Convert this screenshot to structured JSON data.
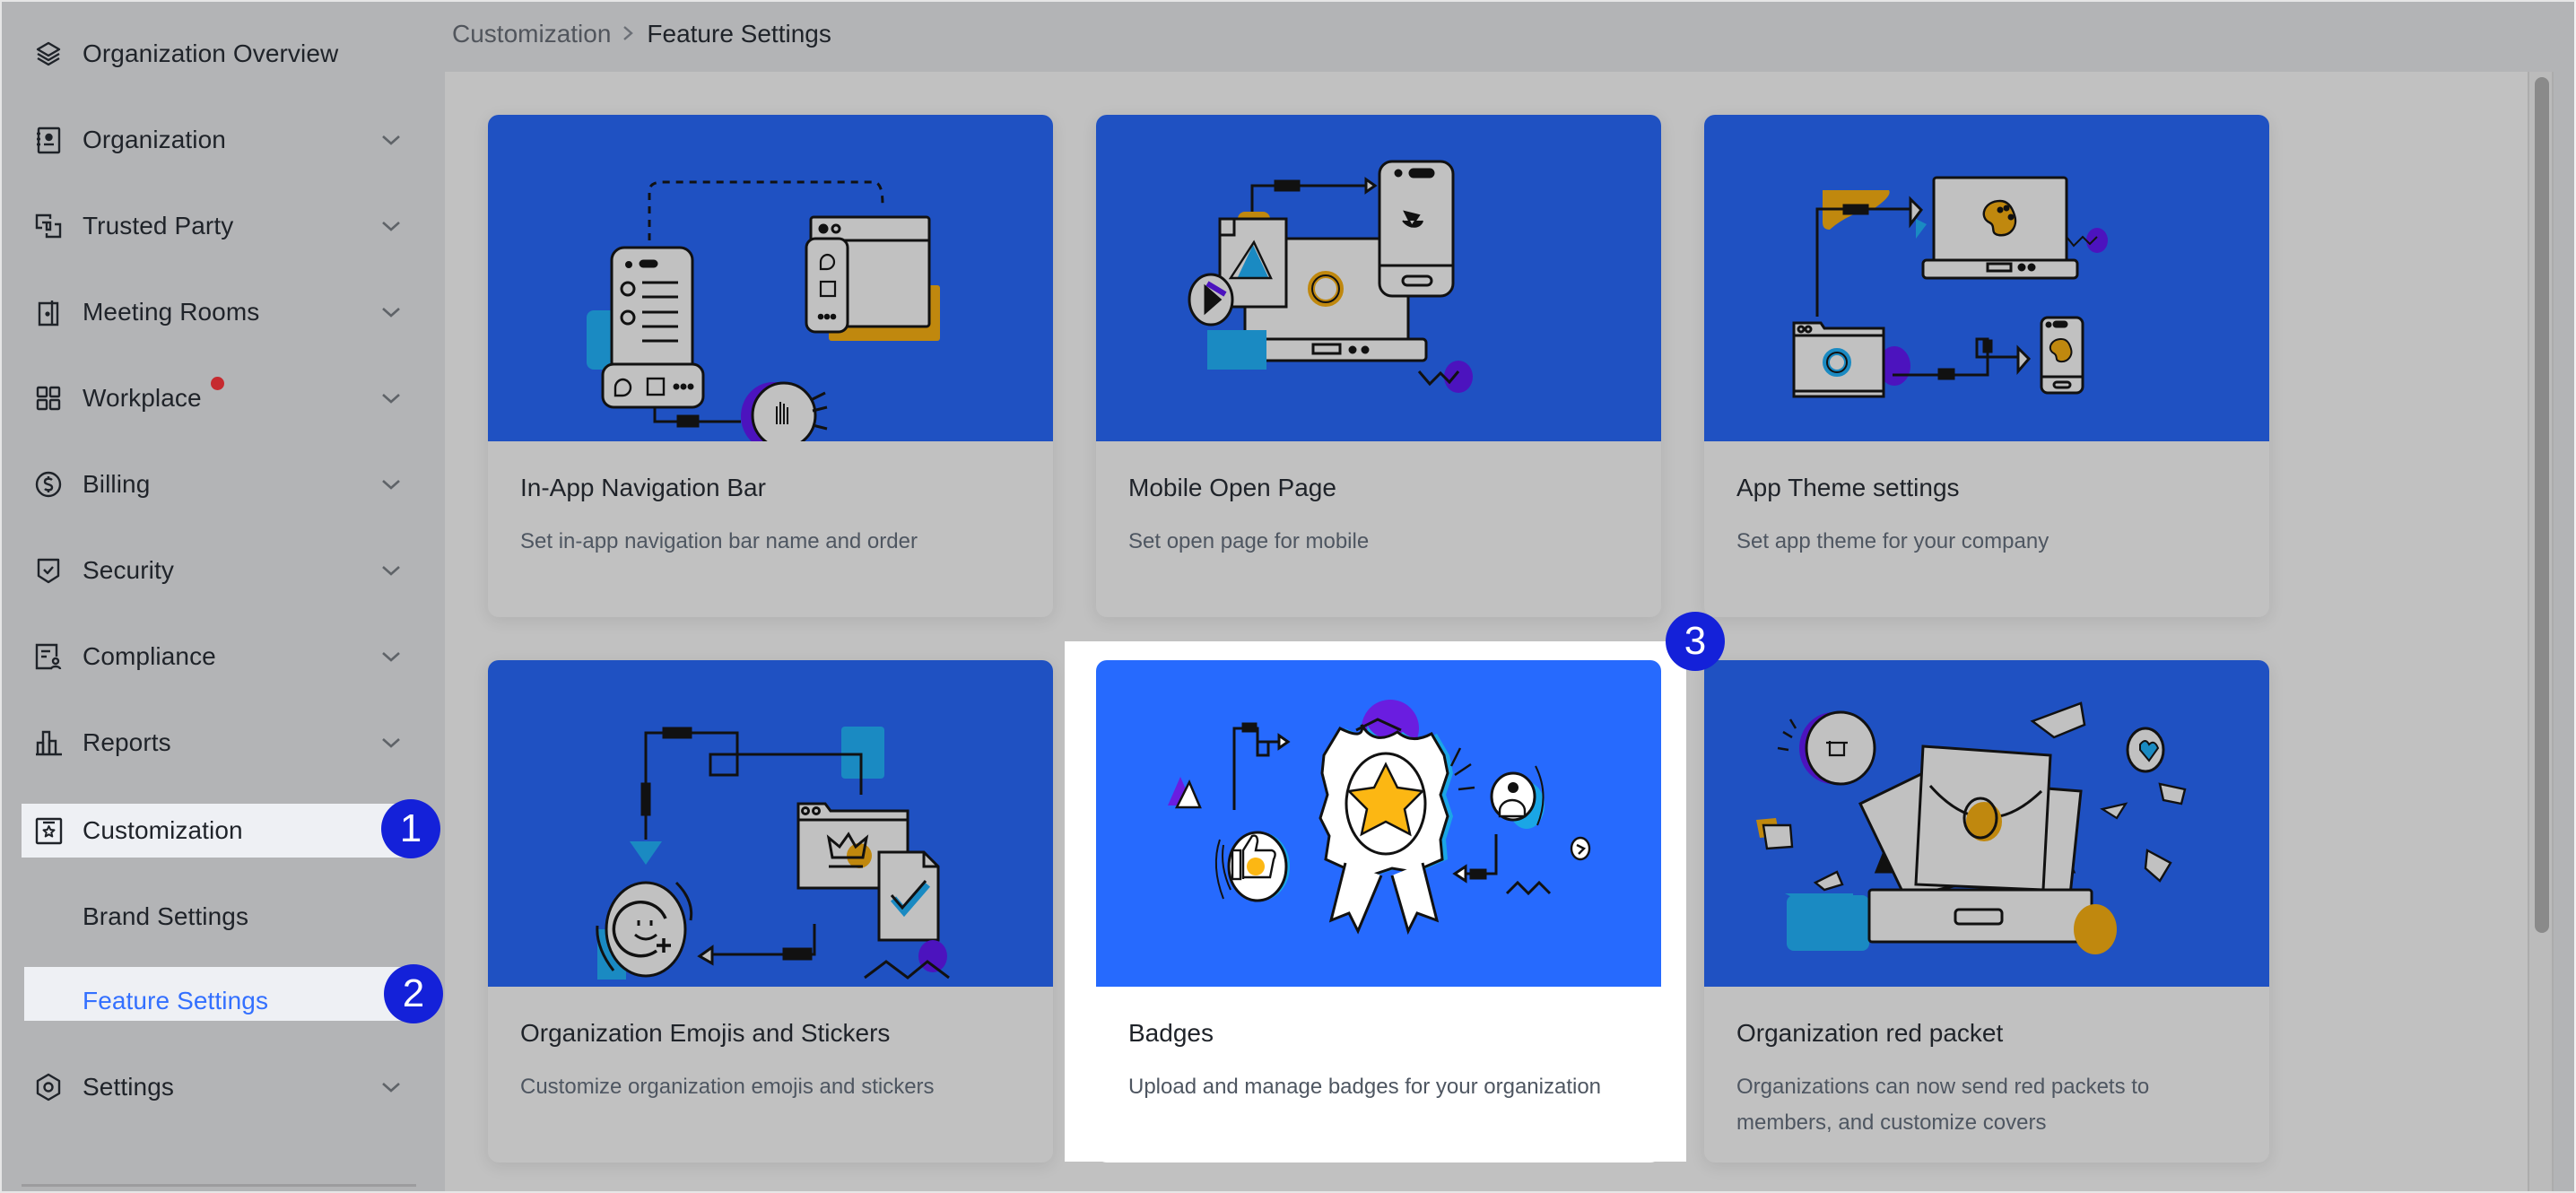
{
  "breadcrumb": {
    "parent": "Customization",
    "separator": ">",
    "current": "Feature Settings"
  },
  "sidebar": {
    "items": [
      {
        "label": "Organization Overview",
        "icon": "layers-icon",
        "expandable": false
      },
      {
        "label": "Organization",
        "icon": "contact-book-icon",
        "expandable": true
      },
      {
        "label": "Trusted Party",
        "icon": "linked-squares-icon",
        "expandable": true
      },
      {
        "label": "Meeting Rooms",
        "icon": "door-icon",
        "expandable": true
      },
      {
        "label": "Workplace",
        "icon": "grid-icon",
        "expandable": true,
        "badge": "red-dot"
      },
      {
        "label": "Billing",
        "icon": "dollar-circle-icon",
        "expandable": true
      },
      {
        "label": "Security",
        "icon": "shield-check-icon",
        "expandable": true
      },
      {
        "label": "Compliance",
        "icon": "document-user-icon",
        "expandable": true
      },
      {
        "label": "Reports",
        "icon": "bar-chart-icon",
        "expandable": true
      },
      {
        "label": "Customization",
        "icon": "star-frame-icon",
        "expandable": true,
        "expanded": true,
        "state": "active-parent"
      },
      {
        "label": "Brand Settings",
        "sub": true
      },
      {
        "label": "Feature Settings",
        "sub": true,
        "state": "selected"
      },
      {
        "label": "Settings",
        "icon": "hexagon-gear-icon",
        "expandable": true
      }
    ]
  },
  "steps": [
    "1",
    "2",
    "3"
  ],
  "cards": [
    {
      "title": "In-App Navigation Bar",
      "description": "Set in-app navigation bar name and order",
      "illustration": "navigation-bar-illustration"
    },
    {
      "title": "Mobile Open Page",
      "description": "Set open page for mobile",
      "illustration": "mobile-open-page-illustration"
    },
    {
      "title": "App Theme settings",
      "description": "Set app theme for your company",
      "illustration": "app-theme-illustration"
    },
    {
      "title": "Organization Emojis and Stickers",
      "description": "Customize organization emojis and stickers",
      "illustration": "emojis-stickers-illustration"
    },
    {
      "title": "Badges",
      "description": "Upload and manage badges for your organization",
      "illustration": "badges-illustration",
      "highlighted": true
    },
    {
      "title": "Organization red packet",
      "description": "Organizations can now send red packets to members, and customize covers",
      "illustration": "red-packet-illustration"
    }
  ],
  "colors": {
    "accent": "#3370ff",
    "step_marker": "#1421d9",
    "card_illustration_bg": "#1f51c2",
    "highlight_illustration_bg": "#266afe",
    "notification_dot": "#c62a2f",
    "overlay_gray": "#b3b4b6"
  }
}
